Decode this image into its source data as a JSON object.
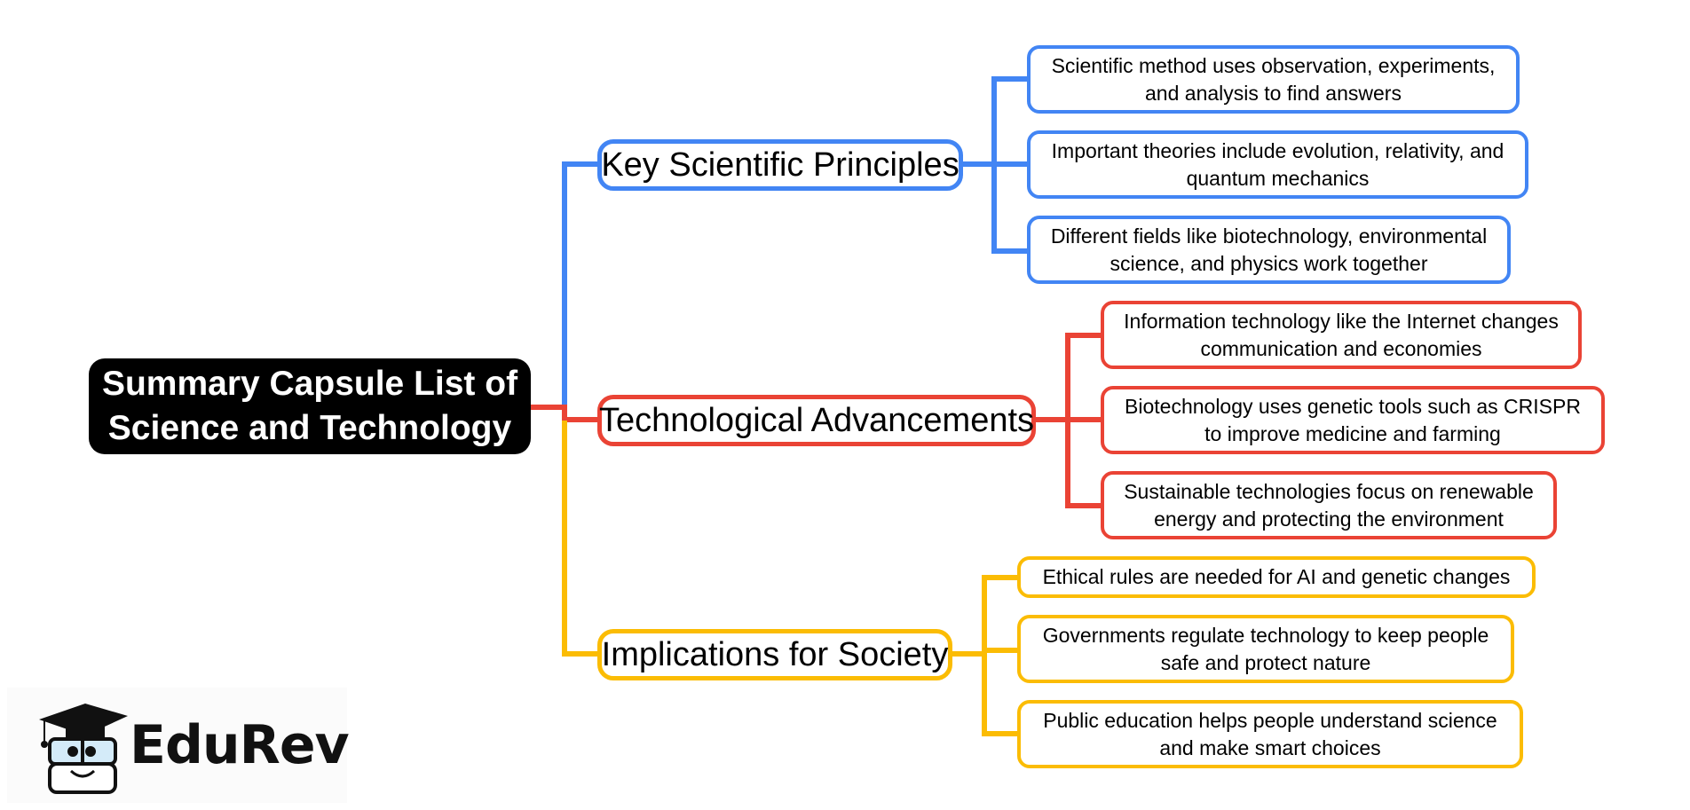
{
  "colors": {
    "blue": "#4285f4",
    "red": "#ea4335",
    "yellow": "#fbbc04",
    "root_bg": "#000000"
  },
  "root": {
    "line1": "Summary Capsule List of",
    "line2": "Science and Technology"
  },
  "branches": [
    {
      "label": "Key Scientific Principles",
      "color": "blue",
      "children": [
        {
          "line1": "Scientific method uses observation, experiments,",
          "line2": "and analysis to find answers"
        },
        {
          "line1": "Important theories include evolution, relativity, and",
          "line2": "quantum mechanics"
        },
        {
          "line1": "Different fields like biotechnology, environmental",
          "line2": "science, and physics work together"
        }
      ]
    },
    {
      "label": "Technological Advancements",
      "color": "red",
      "children": [
        {
          "line1": "Information technology like the Internet changes",
          "line2": "communication and economies"
        },
        {
          "line1": "Biotechnology uses genetic tools such as CRISPR",
          "line2": "to improve medicine and farming"
        },
        {
          "line1": "Sustainable technologies focus on renewable",
          "line2": "energy and protecting the environment"
        }
      ]
    },
    {
      "label": "Implications for Society",
      "color": "yellow",
      "children": [
        {
          "line1": "Ethical rules are needed for AI and genetic changes",
          "line2": ""
        },
        {
          "line1": "Governments regulate technology to keep people",
          "line2": "safe and protect nature"
        },
        {
          "line1": "Public education helps people understand science",
          "line2": "and make smart choices"
        }
      ]
    }
  ],
  "logo": {
    "brand": "EduRev",
    "icon": "graduation-cap-mascot-icon"
  }
}
